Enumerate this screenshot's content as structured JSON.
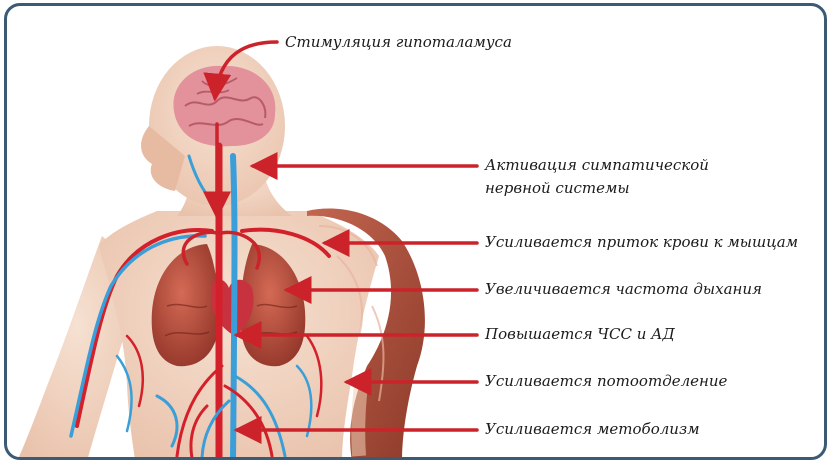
{
  "diagram": {
    "labels": {
      "hypothalamus": "Стимуляция гипоталамуса",
      "sympathetic_line1": "Активация симпатической",
      "sympathetic_line2": "нервной системы",
      "muscle_blood": "Усиливается приток крови к мышцам",
      "breathing": "Увеличивается частота дыхания",
      "heart": "Повышается ЧСС и АД",
      "sweat": "Усиливается потоотделение",
      "metabolism": "Усиливается метоболизм"
    },
    "colors": {
      "frame": "#3d5a74",
      "arrow": "#cc2229",
      "artery": "#d4202a",
      "vein": "#3a9fd8",
      "skin": "#f1d3c0",
      "lung": "#b8493a",
      "muscle": "#a84a36",
      "brain": "#e3919a"
    }
  }
}
